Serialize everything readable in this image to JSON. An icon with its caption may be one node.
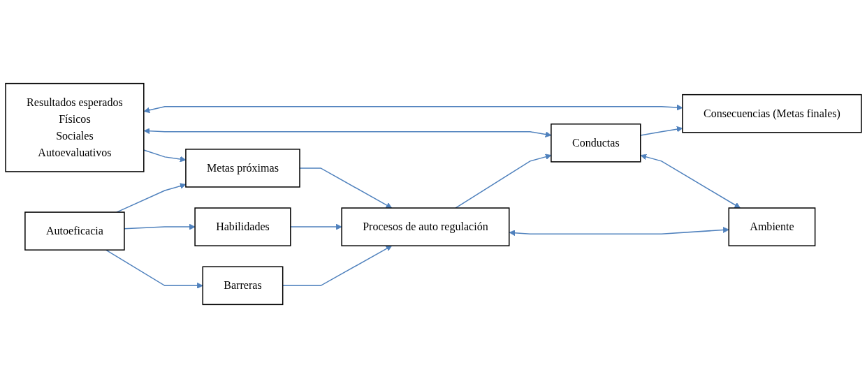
{
  "diagram": {
    "nodes": [
      {
        "text": [
          "Resultados esperados",
          "Físicos",
          "Sociales",
          "Autoevaluativos"
        ]
      },
      {
        "text": [
          "Metas próximas"
        ]
      },
      {
        "text": [
          "Autoeficacia"
        ]
      },
      {
        "text": [
          "Habilidades"
        ]
      },
      {
        "text": [
          "Barreras"
        ]
      },
      {
        "text": [
          "Procesos de auto regulación"
        ]
      },
      {
        "text": [
          "Conductas"
        ]
      },
      {
        "text": [
          "Consecuencias (Metas finales)"
        ]
      },
      {
        "text": [
          "Ambiente"
        ]
      }
    ],
    "edges": [
      {
        "from": 0,
        "to": 7,
        "arrow": "both"
      },
      {
        "from": 0,
        "to": 6,
        "arrow": "both"
      },
      {
        "from": 0,
        "to": 1,
        "arrow": "to"
      },
      {
        "from": 2,
        "to": 1,
        "arrow": "to"
      },
      {
        "from": 2,
        "to": 3,
        "arrow": "to"
      },
      {
        "from": 2,
        "to": 4,
        "arrow": "to"
      },
      {
        "from": 1,
        "to": 5,
        "arrow": "to"
      },
      {
        "from": 3,
        "to": 5,
        "arrow": "to"
      },
      {
        "from": 4,
        "to": 5,
        "arrow": "to"
      },
      {
        "from": 5,
        "to": 6,
        "arrow": "to"
      },
      {
        "from": 6,
        "to": 7,
        "arrow": "to"
      },
      {
        "from": 5,
        "to": 8,
        "arrow": "both"
      },
      {
        "from": 6,
        "to": 8,
        "arrow": "both"
      }
    ]
  }
}
